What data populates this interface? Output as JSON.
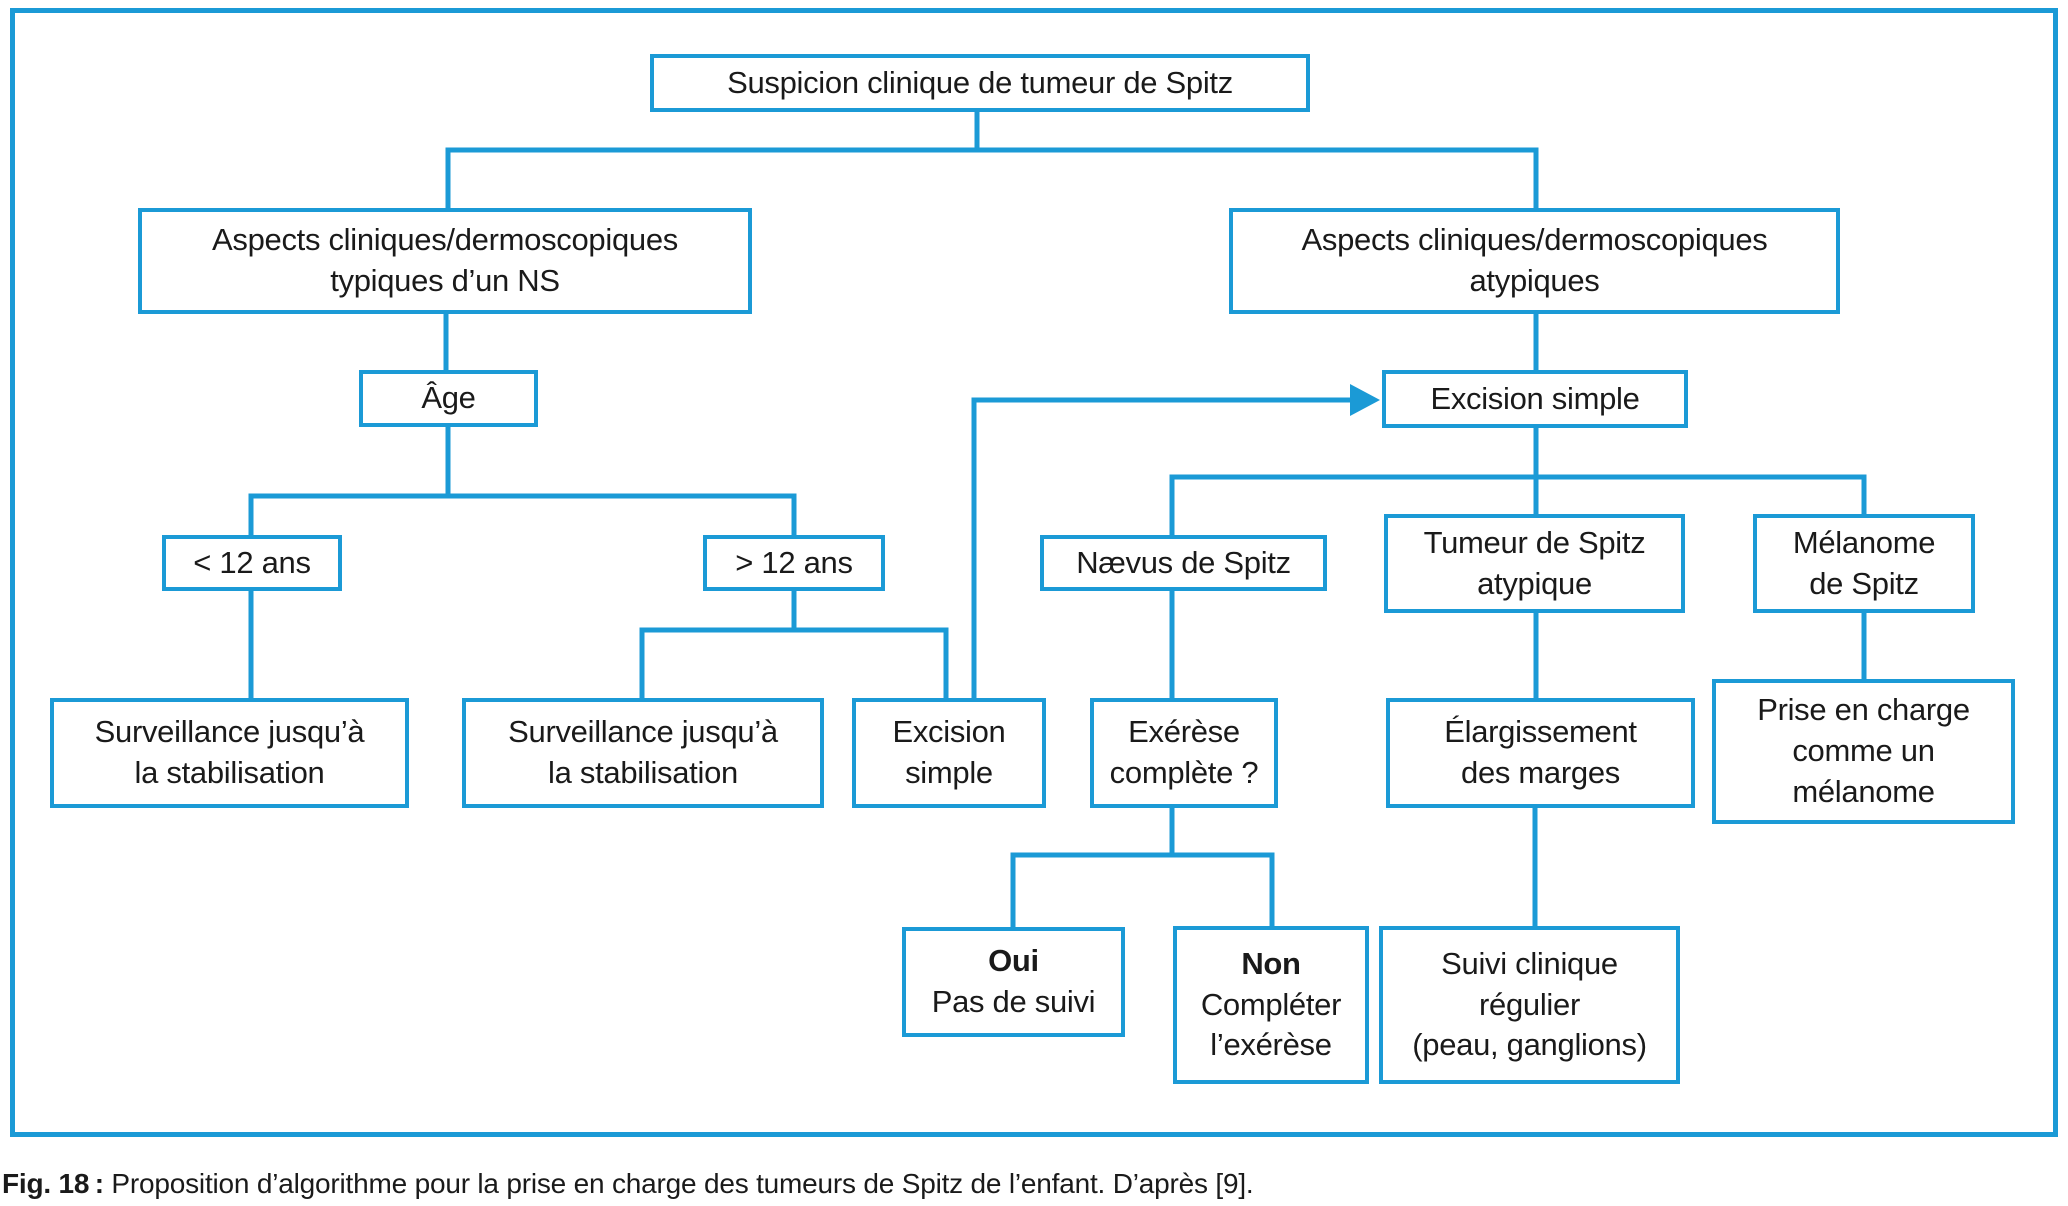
{
  "colors": {
    "accent": "#1b9ad6",
    "text": "#1a1a1a",
    "background": "#ffffff"
  },
  "nodes": {
    "suspicion": {
      "text": "Suspicion clinique de tumeur de Spitz"
    },
    "aspects_typiques": {
      "text": "Aspects cliniques/dermoscopiques\ntypiques d’un NS"
    },
    "aspects_atypiques": {
      "text": "Aspects cliniques/dermoscopiques\natypiques"
    },
    "age": {
      "text": "Âge"
    },
    "excision_simple_droite": {
      "text": "Excision simple"
    },
    "moins_12_ans": {
      "text": "< 12 ans"
    },
    "plus_12_ans": {
      "text": "> 12 ans"
    },
    "naevus_spitz": {
      "text": "Nævus de Spitz"
    },
    "tumeur_spitz_atypique": {
      "text": "Tumeur de Spitz\natypique"
    },
    "melanome_spitz": {
      "text": "Mélanome\nde Spitz"
    },
    "surveillance_1": {
      "text": "Surveillance jusqu’à\nla stabilisation"
    },
    "surveillance_2": {
      "text": "Surveillance jusqu’à\nla stabilisation"
    },
    "excision_simple_gauche": {
      "text": "Excision\nsimple"
    },
    "exerese_complete": {
      "text": "Exérèse\ncomplète ?"
    },
    "elargissement_marges": {
      "text": "Élargissement\ndes marges"
    },
    "prise_en_charge_melanome": {
      "text": "Prise en charge\ncomme un\nmélanome"
    },
    "oui": {
      "bold": "Oui",
      "text": "Pas de suivi"
    },
    "non": {
      "bold": "Non",
      "text": "Compléter\nl’exérèse"
    },
    "suivi_clinique": {
      "text": "Suivi clinique\nrégulier\n(peau, ganglions)"
    }
  },
  "caption": {
    "label": "Fig. 18 :",
    "text": " Proposition d’algorithme pour la prise en charge des tumeurs de Spitz de l’enfant. D’après [9]."
  }
}
